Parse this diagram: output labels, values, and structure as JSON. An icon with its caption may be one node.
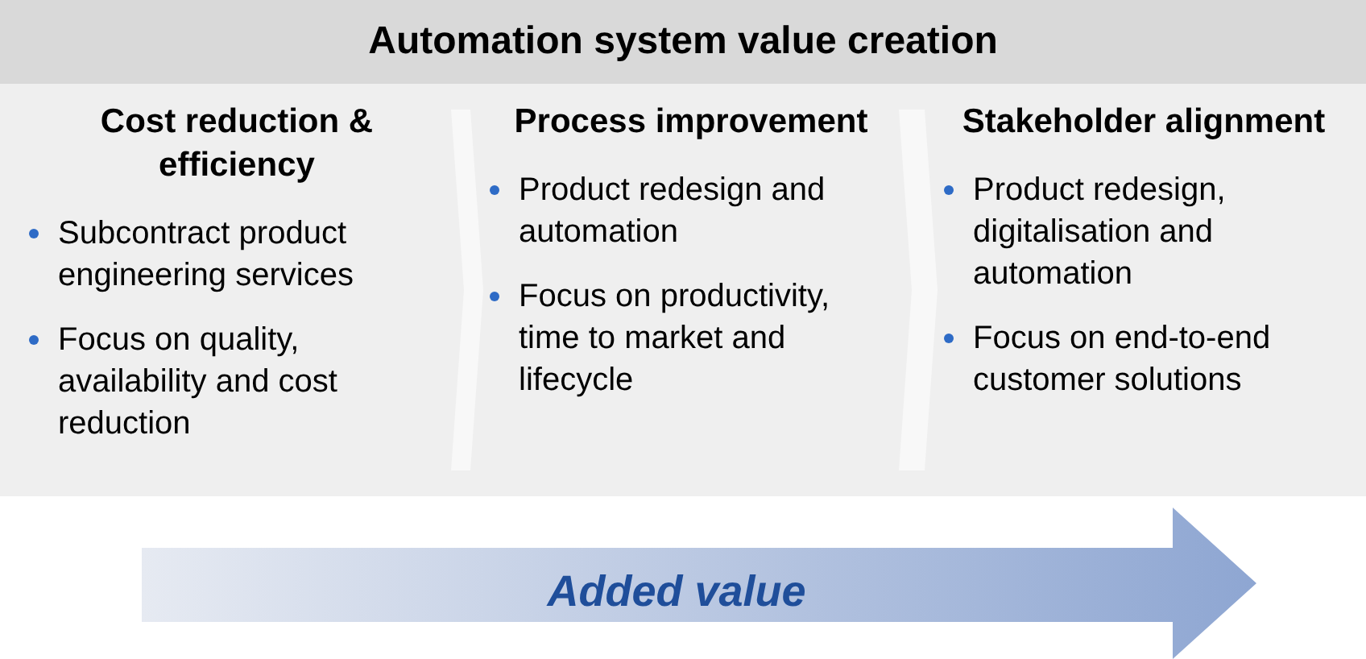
{
  "diagram": {
    "title": "Automation system value creation",
    "nodes": [
      {
        "text": [
          "Cost reduction & efficiency",
          "Subcontract product engineering services",
          "Focus on quality, availability and cost reduction"
        ]
      },
      {
        "text": [
          "Process improvement",
          "Product redesign and automation",
          "Focus on productivity, time to market and lifecycle"
        ]
      },
      {
        "text": [
          "Stakeholder alignment",
          "Product redesign, digitalisation and automation",
          "Focus on end-to-end customer solutions"
        ]
      }
    ],
    "edges": [
      {
        "from": 0,
        "to": 1,
        "arrow": "to"
      },
      {
        "from": 1,
        "to": 2,
        "arrow": "to"
      }
    ],
    "labels": [
      "Added value"
    ]
  }
}
